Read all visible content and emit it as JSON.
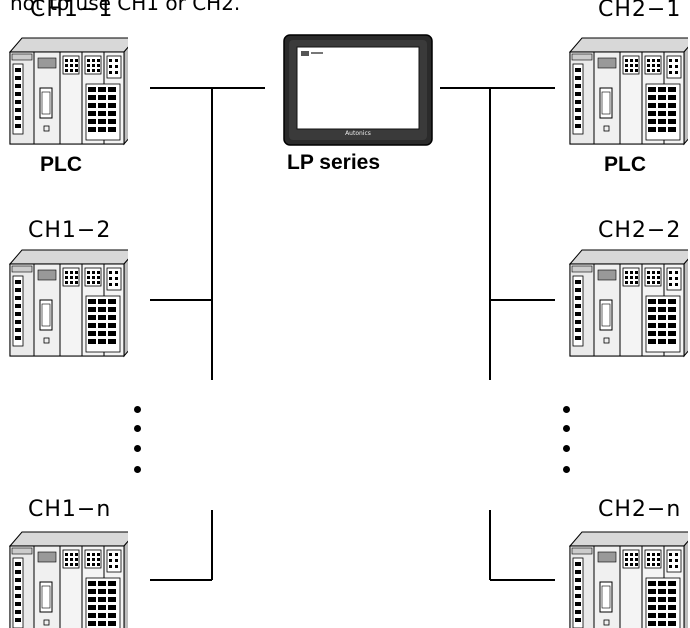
{
  "top_note": "not to use CH1 or CH2.",
  "hmi": {
    "label": "LP series",
    "brand": "Autonics"
  },
  "channel1": {
    "devices": [
      {
        "ch": "CH1−1",
        "device": "PLC"
      },
      {
        "ch": "CH1−2"
      },
      {
        "ch": "CH1−n"
      }
    ]
  },
  "channel2": {
    "devices": [
      {
        "ch": "CH2−1",
        "device": "PLC"
      },
      {
        "ch": "CH2−2"
      },
      {
        "ch": "CH2−n"
      }
    ]
  }
}
